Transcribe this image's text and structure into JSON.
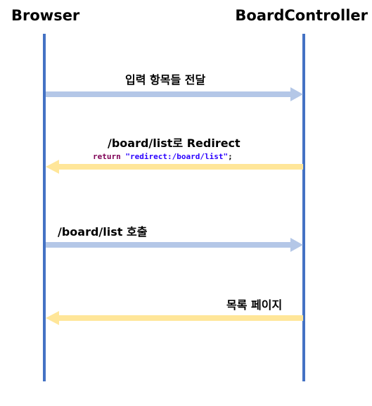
{
  "actors": {
    "left": "Browser",
    "right": "BoardController"
  },
  "messages": [
    {
      "label": "입력 항목들 전달",
      "direction": "right",
      "color": "#b4c7e7"
    },
    {
      "label": "/board/list로 Redirect",
      "code": {
        "keyword": "return",
        "string": "\"redirect:/board/list\"",
        "terminator": ";"
      },
      "direction": "left",
      "color": "#ffe699"
    },
    {
      "label": "/board/list 호출",
      "direction": "right",
      "color": "#b4c7e7"
    },
    {
      "label": "목록 페이지",
      "direction": "left",
      "color": "#ffe699"
    }
  ],
  "colors": {
    "lifeline": "#4472c4",
    "request_arrow": "#b4c7e7",
    "response_arrow": "#ffe699",
    "code_keyword": "#7f0055",
    "code_string": "#2a00ff"
  }
}
